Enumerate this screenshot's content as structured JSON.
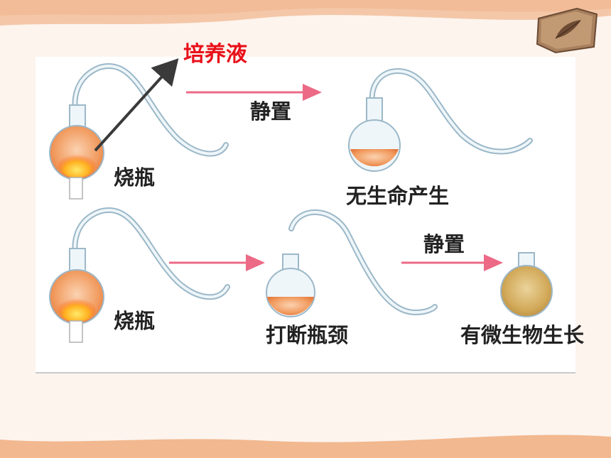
{
  "labels": {
    "culture_medium": "培养液",
    "flask_top": "烧瓶",
    "flask_bottom": "烧瓶",
    "stand_top": "静置",
    "stand_bottom": "静置",
    "no_life": "无生命产生",
    "break_neck": "打断瓶颈",
    "microbes_grow": "有微生物生长"
  },
  "colors": {
    "label_red": "#e8101a",
    "arrow_pink": "#ec6a86",
    "pointer_arrow": "#3a3a3a",
    "broth_orange": "#f19a5e",
    "broth_murky": "#d2a959",
    "flame_yellow": "#ffd21e",
    "band_peach": "#f4c7a8"
  }
}
